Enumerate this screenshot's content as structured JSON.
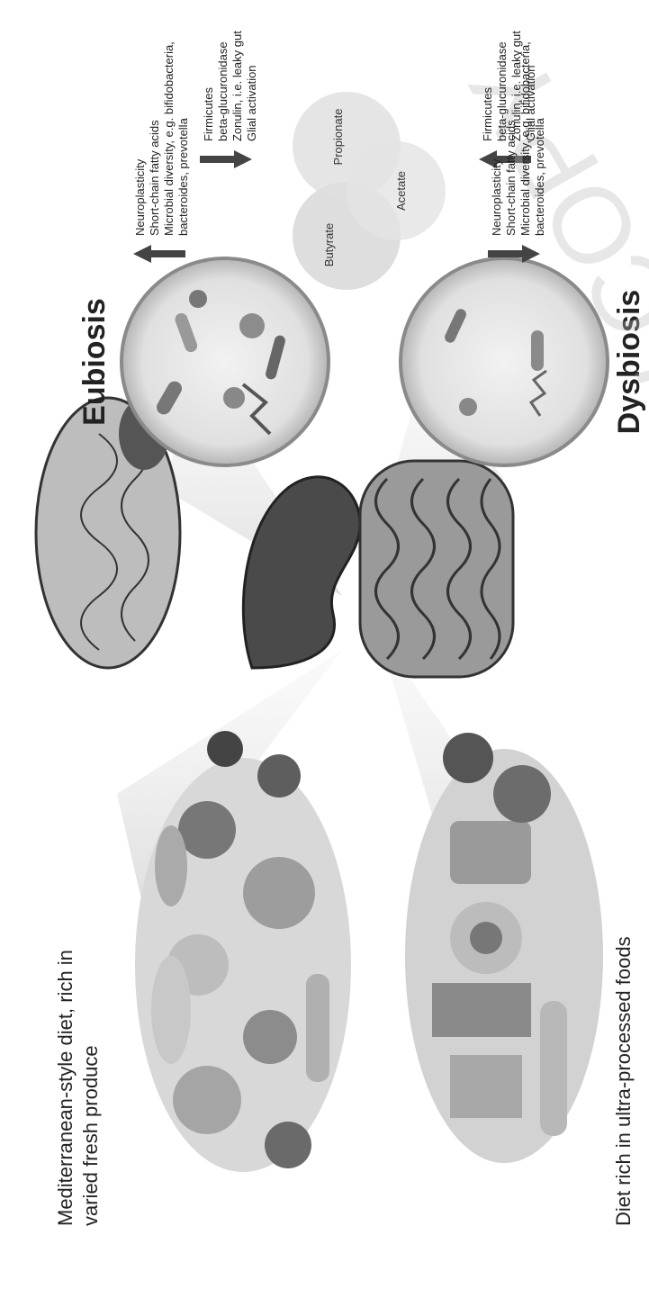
{
  "diagram": {
    "diet_healthy": [
      "Mediterranean-style diet, rich in",
      "varied fresh produce"
    ],
    "diet_processed": "Diet rich in ultra-processed foods",
    "eubiosis_title": "Eubiosis",
    "dysbiosis_title": "Dysbiosis",
    "scfa": {
      "butyrate": "Butyrate",
      "propionate": "Propionate",
      "acetate": "Acetate"
    },
    "eubiosis_effects": {
      "up": [
        "Neuroplasticity",
        "Short-chain fatty acids",
        "Microbial diversity, e.g. bifidobacteria,",
        "bacteroides, prevotella"
      ],
      "down": [
        "Firmicutes",
        "beta-glucuronidase",
        "Zonulin, i.e. leaky gut",
        "Glial activation"
      ]
    },
    "dysbiosis_effects": {
      "down": [
        "Neuroplasticity",
        "Short-chain fatty acids",
        "Microbial diversity, e.g. bifidobacteria,",
        "bacteroides, prevotella"
      ],
      "up": [
        "Firmicutes",
        "beta-glucuronidase",
        "Zonulin, i.e. leaky gut",
        "Glial activation"
      ]
    },
    "watermark": "REVIEW COPY",
    "colors": {
      "ink": "#222222",
      "stomach": "#4a4a4a",
      "intestine": "#9a9a9a",
      "dish": "#dcdcdc",
      "circle": "#d6d6d6"
    }
  }
}
